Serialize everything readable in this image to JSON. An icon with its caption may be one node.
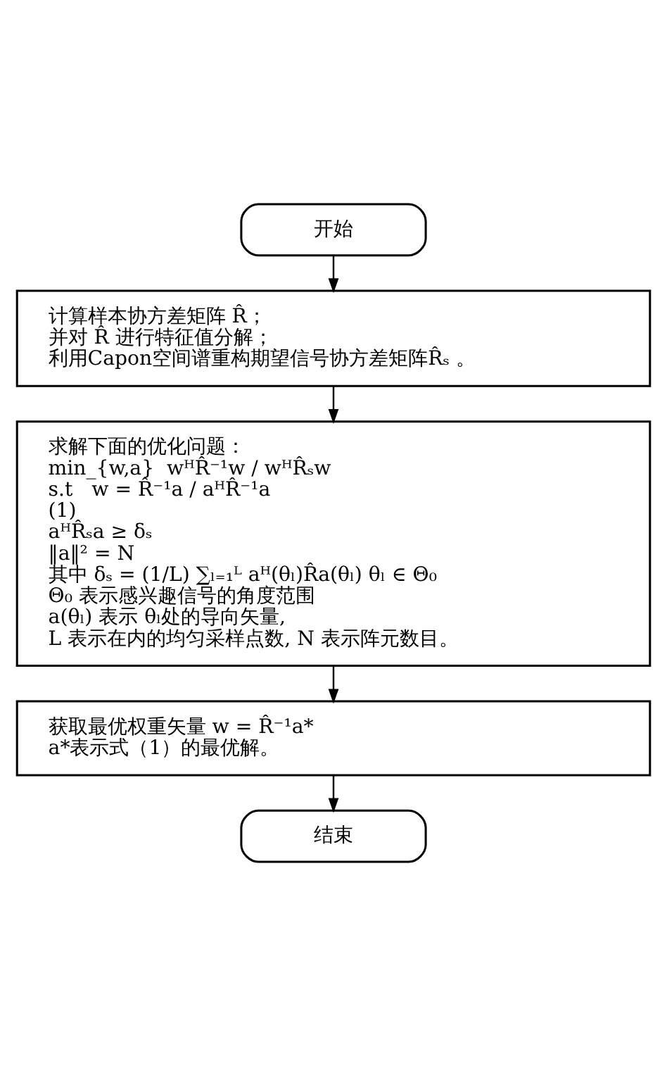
{
  "diagram": {
    "nodes": [
      {
        "text": [
          "开始"
        ]
      },
      {
        "text": [
          "计算样本协方差矩阵 R̂；",
          "并对 R̂ 进行特征值分解；",
          "利用Capon空间谱重构期望信号协方差矩阵R̂ₛ 。"
        ]
      },
      {
        "text": [
          "求解下面的优化问题：",
          "min_{w,a}  wᴴR̂⁻¹w / wᴴR̂ₛw",
          "s.t   w = R̂⁻¹a / aᴴR̂⁻¹a",
          "(1)",
          "aᴴR̂ₛa ≥ δₛ",
          "‖a‖² = N",
          "其中 δₛ = (1/L) ∑ₗ₌₁ᴸ aᴴ(θₗ)R̂a(θₗ) θₗ ∈ Θ₀",
          "Θ₀ 表示感兴趣信号的角度范围",
          "a(θₗ) 表示 θₗ处的导向矢量,",
          "L 表示在内的均匀采样点数, N 表示阵元数目。"
        ]
      },
      {
        "text": [
          "获取最优权重矢量 w = R̂⁻¹a*",
          "a*表示式（1）的最优解。"
        ]
      },
      {
        "text": [
          "结束"
        ]
      }
    ],
    "edges": [
      {
        "from": 0,
        "to": 1,
        "arrow": "to"
      },
      {
        "from": 1,
        "to": 2,
        "arrow": "to"
      },
      {
        "from": 2,
        "to": 3,
        "arrow": "to"
      },
      {
        "from": 3,
        "to": 4,
        "arrow": "to"
      }
    ]
  }
}
